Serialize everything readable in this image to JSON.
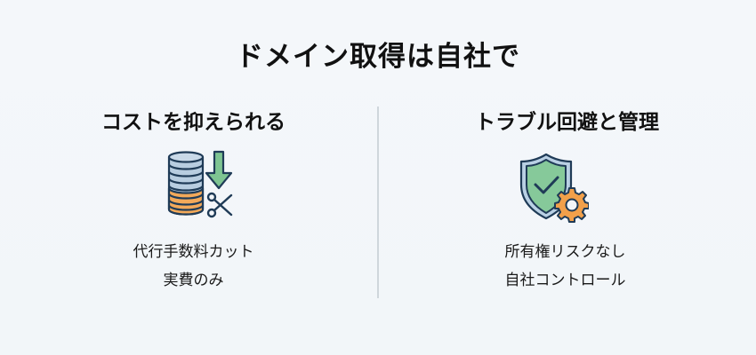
{
  "title": "ドメイン取得は自社で",
  "columns": [
    {
      "heading": "コストを抑えられる",
      "icon": "coin-stack-down-arrow-scissors-icon",
      "points": [
        "代行手数料カット",
        "実費のみ"
      ]
    },
    {
      "heading": "トラブル回避と管理",
      "icon": "shield-check-gear-icon",
      "points": [
        "所有権リスクなし",
        "自社コントロール"
      ]
    }
  ],
  "colors": {
    "background": "#f3f6f9",
    "outline": "#1f3b57",
    "coin_blue": "#b8cde0",
    "coin_orange": "#f2a95a",
    "arrow_green": "#7ec492",
    "shield_green": "#86c99a",
    "shield_rim": "#b9d0e4",
    "gear_orange": "#f2a04a",
    "divider": "#cfd6dc"
  }
}
